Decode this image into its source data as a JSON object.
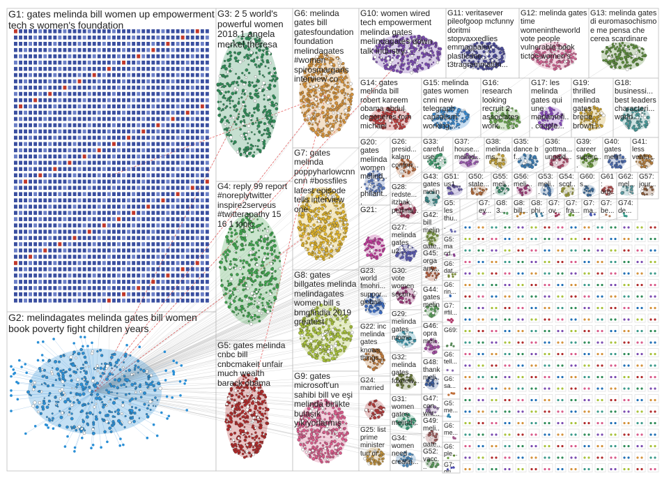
{
  "graph": {
    "node_color": "#1f6fb5",
    "edge_color": "#b0b0b0",
    "highlight_edge_color": "#e03030"
  },
  "groups": [
    {
      "id": "G1",
      "label": "G1: gates melinda bill women up empowerment tech s women's foundation",
      "color": "#3a4fa0",
      "style": "grid"
    },
    {
      "id": "G2",
      "label": "G2: melindagates melinda gates bill women book poverty fight children years",
      "color": "#2a8fd6",
      "style": "blob"
    },
    {
      "id": "G3",
      "label": "G3: 2 5 world's powerful women 2018 1 angela merkel theresa",
      "color": "#2e8b57",
      "style": "blob"
    },
    {
      "id": "G4",
      "label": "G4: reply 99 report #noreplytwitter inspire2serveus #twitterapathy 15 16 1 topic",
      "color": "#3fa34d",
      "style": "blob"
    },
    {
      "id": "G5",
      "label": "G5: gates melinda cnbc bill cnbcmakeit unfair much wealth barack obama",
      "color": "#b02a2a",
      "style": "blob"
    },
    {
      "id": "G6",
      "label": "G6: melinda gates bill gatesfoundation foundation melindagates #women spirosmargaris interview co",
      "color": "#d4913a",
      "style": "blob"
    },
    {
      "id": "G7",
      "label": "G7: gates melinda poppyharlowcnn cnn #bossfiles latest episode tells interview one",
      "color": "#e0b32a",
      "style": "blob"
    },
    {
      "id": "G8",
      "label": "G8: gates billgates melinda melindagates women bill s bmgfindia 2019 greatest",
      "color": "#a8c23a",
      "style": "blob"
    },
    {
      "id": "G9",
      "label": "G9: gates microsoft'un sahibi bill ve eşi melinda birlikte bulaşık yıkıyorlarmış",
      "color": "#d95a8a",
      "style": "blob"
    },
    {
      "id": "G10",
      "label": "G10: women wired tech empowerment melinda gates melindagates down talk industry",
      "color": "#7a4ab0",
      "style": "blob"
    },
    {
      "id": "G11",
      "label": "G11: veritasever pileofgoop mcfunny doritmi stopvaxxedlies emmagpaley plasticdoe t3tragrammat0n...",
      "color": "#4a4a9a",
      "style": "blob"
    },
    {
      "id": "G12",
      "label": "G12: melinda gates time womenintheworld vote people vulnerable book tictoc women's",
      "color": "#d06090",
      "style": "blob"
    },
    {
      "id": "G13",
      "label": "G13: melinda gates di euromasochismo e me pensa che cerea scardinare",
      "color": "#5a8a3a",
      "style": "blob"
    },
    {
      "id": "G14",
      "label": "G14: gates melinda bill robert kareem obama abdul degeneres tom michael",
      "color": "#c04040",
      "style": "blob"
    },
    {
      "id": "G15",
      "label": "G15: melinda gates women cnni new telegraph capitalism working...",
      "color": "#3a8ad0",
      "style": "blob"
    },
    {
      "id": "G16",
      "label": "G16: research looking recruit 2 associates work...",
      "color": "#6aa84f",
      "style": "blob"
    },
    {
      "id": "G17",
      "label": "G17: les melinda gates qui une madamefi... couple...",
      "color": "#8a4ac0",
      "style": "blob"
    },
    {
      "id": "G19",
      "label": "G19: thrilled melinda gates brene brown...",
      "color": "#c8a030",
      "style": "blob"
    },
    {
      "id": "G18",
      "label": "G18: businessi... best leaders characteri... world...",
      "color": "#4a9a9a",
      "style": "blob"
    },
    {
      "id": "G20",
      "label": "G20: gates melinda women melind... philant... conver...",
      "color": "#5a7ac0",
      "style": "blob"
    },
    {
      "id": "G26",
      "label": "G26: presid... kalam conferr...",
      "color": "#c06a3a",
      "style": "blob"
    },
    {
      "id": "G33",
      "label": "G33: careful use...",
      "color": "#3a9a6a",
      "style": "blob"
    },
    {
      "id": "G37",
      "label": "G37: house... melind...",
      "color": "#9a5ab0",
      "style": "blob"
    },
    {
      "id": "G38",
      "label": "G38: melinda ms...",
      "color": "#c0a03a",
      "style": "blob"
    },
    {
      "id": "G35",
      "label": "G35: dance b f...",
      "color": "#3a7ab0",
      "style": "blob"
    },
    {
      "id": "G36",
      "label": "G36: gottma... unpaid...",
      "color": "#b04a6a",
      "style": "blob"
    },
    {
      "id": "G39",
      "label": "G39: career superc...",
      "color": "#6a9a3a",
      "style": "blob"
    },
    {
      "id": "G40",
      "label": "G40: gates melin...",
      "color": "#4a6ab0",
      "style": "blob"
    },
    {
      "id": "G41",
      "label": "G41: less ventu...",
      "color": "#b07a3a",
      "style": "blob"
    },
    {
      "id": "G28",
      "label": "G28: redste... itzhak perlma...",
      "color": "#a03a5a",
      "style": "blob"
    },
    {
      "id": "G43",
      "label": "G43: gates melin...",
      "color": "#3a8a8a",
      "style": "blob"
    },
    {
      "id": "G21",
      "label": "G21:",
      "color": "#c03a9a",
      "style": "blob"
    },
    {
      "id": "G27",
      "label": "G27: melinda gates u2...",
      "color": "#5a5ab0",
      "style": "blob"
    },
    {
      "id": "G42",
      "label": "G42: bill melin... gate...",
      "color": "#7a9a3a",
      "style": "blob"
    },
    {
      "id": "G45",
      "label": "G45: orga any...",
      "color": "#b05a3a",
      "style": "blob"
    },
    {
      "id": "G23",
      "label": "G23: world fmohri... suppor... globall...",
      "color": "#3a6ac0",
      "style": "blob"
    },
    {
      "id": "G30",
      "label": "G30: vote women secon...",
      "color": "#9a3a7a",
      "style": "blob"
    },
    {
      "id": "G44",
      "label": "G44: gates melin...",
      "color": "#5aa05a",
      "style": "blob"
    },
    {
      "id": "G22",
      "label": "G22: inc melinda gates knows things...",
      "color": "#c07a3a",
      "style": "blob"
    },
    {
      "id": "G29",
      "label": "G29: melinda gates mome...",
      "color": "#3a9ab0",
      "style": "blob"
    },
    {
      "id": "G46",
      "label": "G46: opra meli...",
      "color": "#a04aa0",
      "style": "blob"
    },
    {
      "id": "G32",
      "label": "G32: melinda gates foxnew...",
      "color": "#6a7a3a",
      "style": "blob"
    },
    {
      "id": "G48",
      "label": "G48: thank meli...",
      "color": "#3a5a9a",
      "style": "blob"
    },
    {
      "id": "G24",
      "label": "G24: married",
      "color": "#b03a3a",
      "style": "blob"
    },
    {
      "id": "G31",
      "label": "G31: women gates melind...",
      "color": "#3aa07a",
      "style": "blob"
    },
    {
      "id": "G47",
      "label": "G47: con... wnt...",
      "color": "#9a7ab0",
      "style": "blob"
    },
    {
      "id": "G25",
      "label": "G25: list prime minister tun dr...",
      "color": "#c0903a",
      "style": "blob"
    },
    {
      "id": "G34",
      "label": "G34: women need creatin...",
      "color": "#4a8ac0",
      "style": "blob"
    },
    {
      "id": "G49",
      "label": "G49: meli... gate...",
      "color": "#a05a5a",
      "style": "blob"
    },
    {
      "id": "G52",
      "label": "G52: vacc...",
      "color": "#5a9a5a",
      "style": "blob"
    },
    {
      "id": "G51",
      "label": "G51: us1...",
      "color": "#6a5ab0",
      "style": "blob"
    },
    {
      "id": "G50",
      "label": "G50: state...",
      "color": "#b06a3a",
      "style": "blob"
    },
    {
      "id": "G55",
      "label": "G55: meli...",
      "color": "#3a8a6a",
      "style": "blob"
    },
    {
      "id": "G56",
      "label": "G56: meli...",
      "color": "#a03a7a",
      "style": "blob"
    },
    {
      "id": "G53",
      "label": "G53: meli...",
      "color": "#4a7ab0",
      "style": "blob"
    },
    {
      "id": "G54",
      "label": "G54: scot...",
      "color": "#9a9a3a",
      "style": "blob"
    },
    {
      "id": "G60",
      "label": "G60: s...",
      "color": "#3a6a9a",
      "style": "blob"
    },
    {
      "id": "G61",
      "label": "G61: org...",
      "color": "#b04a4a",
      "style": "blob"
    },
    {
      "id": "G62",
      "label": "G62: mel...",
      "color": "#5a9aa0",
      "style": "blob"
    },
    {
      "id": "G57",
      "label": "G57: jour...",
      "color": "#8a5a3a",
      "style": "blob"
    },
    {
      "id": "G5s",
      "label": "G5: les thu...",
      "color": "#6a6ab0",
      "style": "tiny"
    },
    {
      "id": "G7s",
      "label": "G7: ev...",
      "color": "#a06a9a",
      "style": "tiny"
    },
    {
      "id": "G8s",
      "label": "G8: 3...",
      "color": "#5aa06a",
      "style": "tiny"
    },
    {
      "id": "G8t",
      "label": "G8: bill...",
      "color": "#c08a3a",
      "style": "tiny"
    },
    {
      "id": "G8u",
      "label": "G8: phi...",
      "color": "#3a7a9a",
      "style": "tiny"
    },
    {
      "id": "G7t",
      "label": "G7: ov...",
      "color": "#a03a5a",
      "style": "tiny"
    },
    {
      "id": "G7u",
      "label": "G7: fra...",
      "color": "#6a9a3a",
      "style": "tiny"
    },
    {
      "id": "G7v",
      "label": "G7: ma...",
      "color": "#4a5ab0",
      "style": "tiny"
    },
    {
      "id": "G7w",
      "label": "G7: be...",
      "color": "#b07a5a",
      "style": "tiny"
    },
    {
      "id": "G74",
      "label": "G74: de...",
      "color": "#3a9a8a",
      "style": "tiny"
    },
    {
      "id": "G5t",
      "label": "G5: ma cd...",
      "color": "#9a4aa0",
      "style": "tiny"
    },
    {
      "id": "G6s",
      "label": "G6: dat...",
      "color": "#7a8a3a",
      "style": "tiny"
    },
    {
      "id": "G6t",
      "label": "G6: rin...",
      "color": "#3a6ab0",
      "style": "tiny"
    },
    {
      "id": "G7x",
      "label": "G7: #fil...",
      "color": "#b03a6a",
      "style": "tiny"
    },
    {
      "id": "G69",
      "label": "G69:",
      "color": "#5a8a5a",
      "style": "tiny"
    },
    {
      "id": "G6u",
      "label": "G6: tell...",
      "color": "#8a6ab0",
      "style": "tiny"
    },
    {
      "id": "G6v",
      "label": "G6: sa...",
      "color": "#c0703a",
      "style": "tiny"
    },
    {
      "id": "G5u",
      "label": "G5: me...",
      "color": "#3a8ab0",
      "style": "tiny"
    },
    {
      "id": "G6w",
      "label": "G6: me...",
      "color": "#a05a8a",
      "style": "tiny"
    },
    {
      "id": "G6x",
      "label": "G6: ple...",
      "color": "#6aa03a",
      "style": "tiny"
    },
    {
      "id": "G7y",
      "label": "G7: gri...",
      "color": "#4a4ab0",
      "style": "tiny"
    }
  ]
}
